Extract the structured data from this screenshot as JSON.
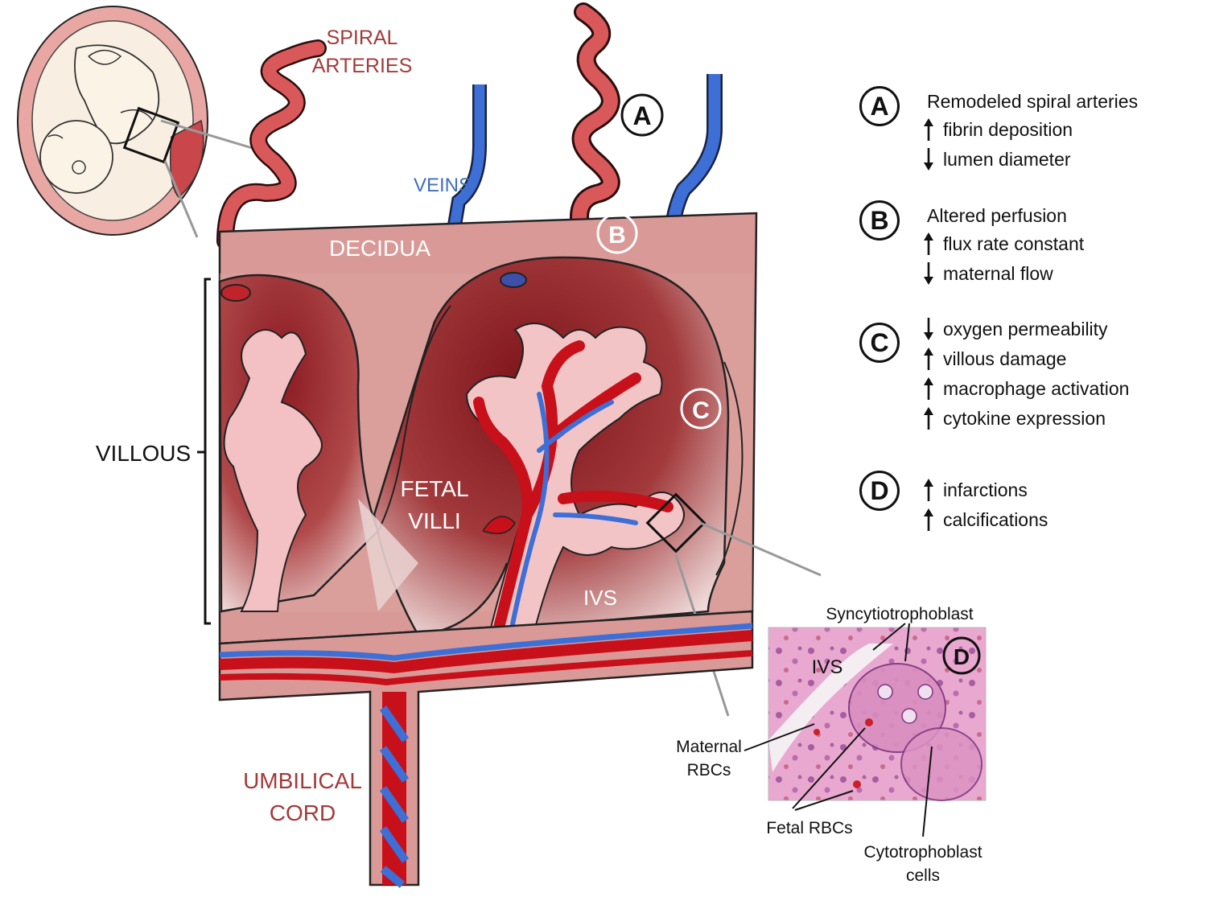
{
  "labels": {
    "spiral_arteries": [
      "SPIRAL",
      "ARTERIES"
    ],
    "veins": "VEINS",
    "decidua": "DECIDUA",
    "villous": "VILLOUS",
    "fetal_villi": [
      "FETAL",
      "VILLI"
    ],
    "ivs": "IVS",
    "umbilical_cord": [
      "UMBILICAL",
      "CORD"
    ],
    "marker_a": "A",
    "marker_b": "B",
    "marker_c": "C",
    "marker_d": "D"
  },
  "histology": {
    "syncytiotrophoblast": "Syncytiotrophoblast",
    "ivs": "IVS",
    "marker": "D",
    "maternal_rbcs": [
      "Maternal",
      "RBCs"
    ],
    "fetal_rbcs": "Fetal RBCs",
    "cytotrophoblast": [
      "Cytotrophoblast",
      "cells"
    ]
  },
  "legend": [
    {
      "marker": "A",
      "title": "Remodeled spiral arteries",
      "items": [
        {
          "direction": "up",
          "text": "fibrin deposition"
        },
        {
          "direction": "down",
          "text": "lumen diameter"
        }
      ]
    },
    {
      "marker": "B",
      "title": "Altered perfusion",
      "items": [
        {
          "direction": "up",
          "text": "flux rate constant"
        },
        {
          "direction": "down",
          "text": "maternal flow"
        }
      ]
    },
    {
      "marker": "C",
      "title": "",
      "items": [
        {
          "direction": "down",
          "text": "oxygen permeability"
        },
        {
          "direction": "up",
          "text": "villous damage"
        },
        {
          "direction": "up",
          "text": "macrophage activation"
        },
        {
          "direction": "up",
          "text": "cytokine expression"
        }
      ]
    },
    {
      "marker": "D",
      "title": "",
      "items": [
        {
          "direction": "up",
          "text": "infarctions"
        },
        {
          "direction": "up",
          "text": "calcifications"
        }
      ]
    }
  ],
  "colors": {
    "artery": "#d9595b",
    "vein": "#3d6fd6",
    "decidua": "#d99a97",
    "lobe": "#8e2027",
    "vessel_red": "#d0101a",
    "tissue_pink": "#e7a9ae",
    "histo_pink": "#e8a6cc"
  }
}
